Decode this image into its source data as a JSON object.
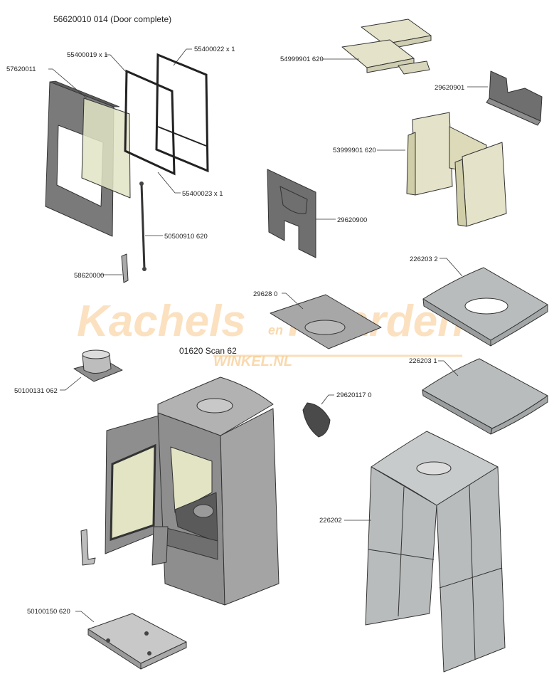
{
  "labels": {
    "door_complete": "56620010 014 (Door complete)",
    "seal_1": "55400019 x 1",
    "seal_2": "55400022 x 1",
    "door_frame": "57620011",
    "seal_3": "55400023 x 1",
    "rod": "50500910 620",
    "handle": "58620000",
    "baffle_set": "54999901 620",
    "baffle_plate": "29620901",
    "liner_set": "53999901 620",
    "back_plate": "29620900",
    "stone_top_hole": "226203 2",
    "top_plate": "29628 0",
    "stone_top": "226203 1",
    "flue_collar": "50100131 062",
    "model": "01620 Scan 62",
    "cover_plate": "29620117 0",
    "stone_sides": "226202",
    "ash_pan": "50100150 620"
  },
  "watermark": {
    "brand_a": "Kachels",
    "brand_join": "en",
    "brand_b": "Haarden",
    "sub": "WINKEL.NL"
  },
  "colors": {
    "steel": "#8e8e8e",
    "steel_dark": "#6f6f6f",
    "steel_light": "#bdbdbd",
    "vermiculite": "#e4e2c8",
    "glass": "#e2e4c4",
    "stone": "#b9bcbc",
    "watermark": "#f7c98c"
  }
}
